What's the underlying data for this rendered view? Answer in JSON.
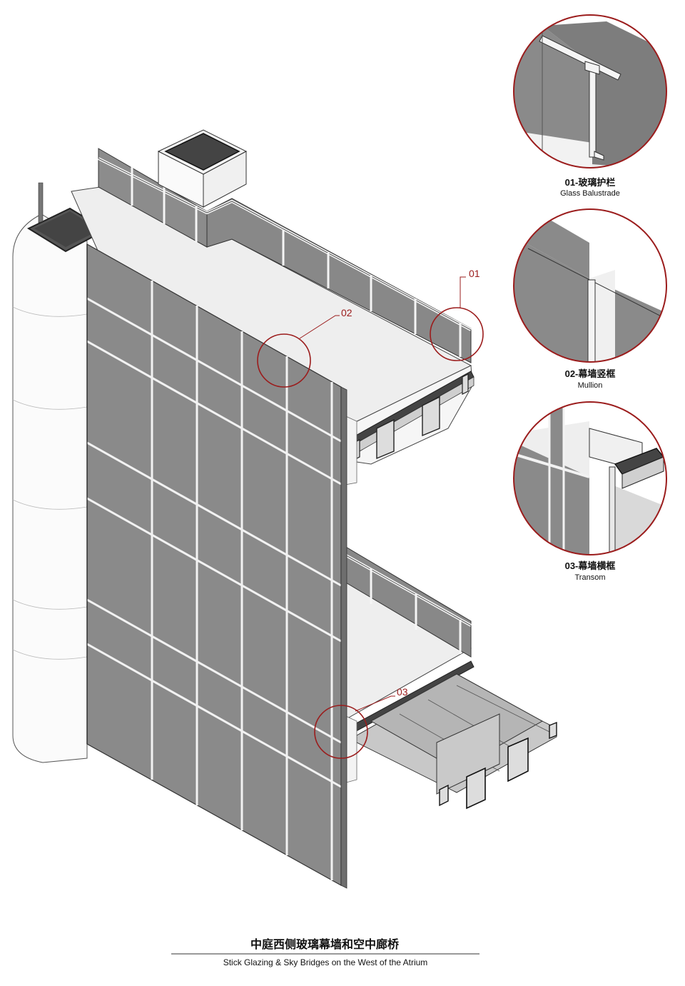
{
  "callouts": [
    {
      "id": "01",
      "label": "01"
    },
    {
      "id": "02",
      "label": "02"
    },
    {
      "id": "03",
      "label": "03"
    }
  ],
  "details": [
    {
      "id": "01",
      "zh": "01-玻璃护栏",
      "en": "Glass Balustrade"
    },
    {
      "id": "02",
      "zh": "02-幕墙竖框",
      "en": "Mullion"
    },
    {
      "id": "03",
      "zh": "03-幕墙横框",
      "en": "Transom"
    }
  ],
  "caption": {
    "zh": "中庭西侧玻璃幕墙和空中廊桥",
    "en": "Stick Glazing & Sky Bridges on the West of the Atrium"
  },
  "colors": {
    "glass": "#8a8a8a",
    "glass_dark": "#6e6e6e",
    "frame": "#f2f2f2",
    "floor": "#ececec",
    "steel": "#d9d9d9",
    "accent": "#9b1c1c",
    "line": "#222222"
  }
}
